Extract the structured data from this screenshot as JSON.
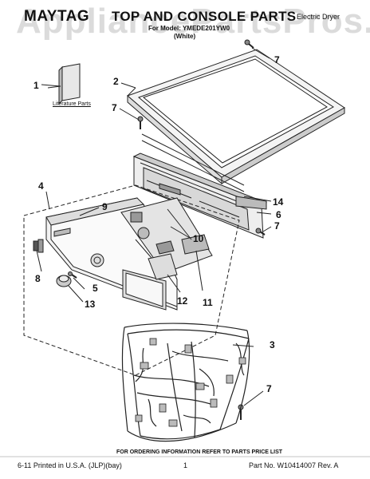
{
  "header": {
    "brand": "MAYTAG",
    "title": "TOP AND CONSOLE PARTS",
    "model_line": "For Model: YMEDE201YW0",
    "color_line": "(White)",
    "product_type": "Electric Dryer",
    "watermark": "AppliancePartsPros.com"
  },
  "literature_label": "Literature Parts",
  "callouts": {
    "n1": "1",
    "n2": "2",
    "n3": "3",
    "n4": "4",
    "n5": "5",
    "n6": "6",
    "n7a": "7",
    "n7b": "7",
    "n7c": "7",
    "n7d": "7",
    "n8": "8",
    "n9": "9",
    "n10": "10",
    "n11": "11",
    "n12": "12",
    "n13": "13",
    "n14": "14"
  },
  "footer": {
    "note": "FOR ORDERING INFORMATION REFER TO PARTS PRICE LIST",
    "left": "6-11 Printed in U.S.A. (JLP)(bay)",
    "page": "1",
    "right": "Part No. W10414007 Rev. A"
  }
}
